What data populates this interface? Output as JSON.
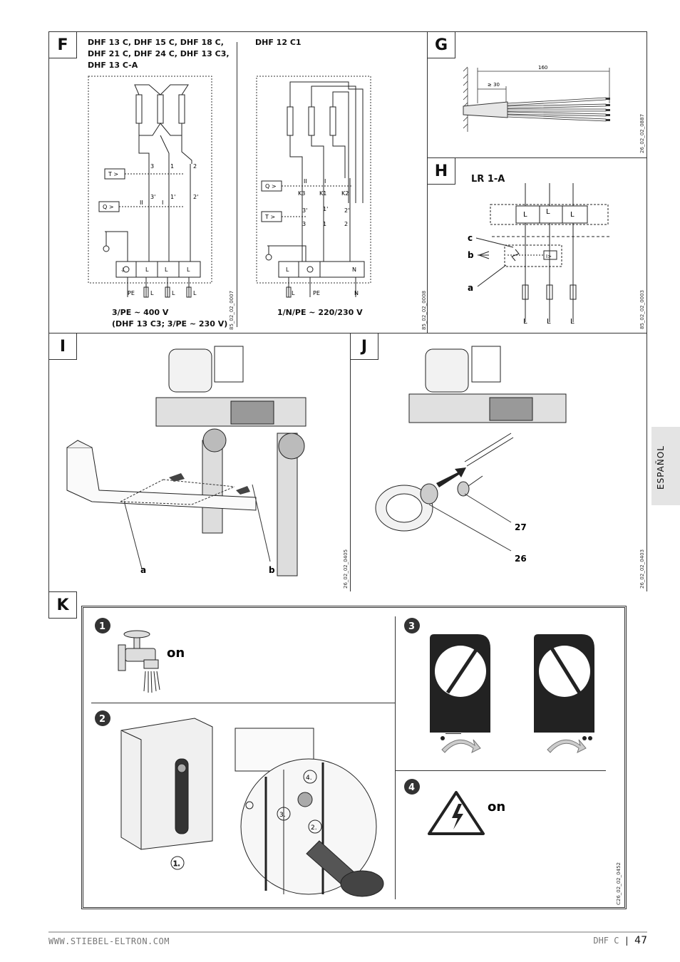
{
  "panels": {
    "F": {
      "label": "F",
      "models_left": [
        "DHF 13 C, DHF 15 C, DHF 18 C,",
        "DHF 21 C, DHF 24 C, DHF 13 C3,",
        "DHF 13 C-A"
      ],
      "models_right": "DHF 12 C1",
      "supply_left": [
        "3/PE ~ 400 V",
        "(DHF 13 C3; 3/PE ~ 230 V)"
      ],
      "supply_right": "1/N/PE ~ 220/230 V",
      "code_left": "85_02_02_0007",
      "code_right": "85_02_02_0008",
      "terminals_left": [
        "PE",
        "L",
        "L",
        "L"
      ],
      "terminals_right": [
        "L",
        "PE",
        "N"
      ],
      "contacts_left_top": [
        "3",
        "1",
        "2"
      ],
      "contacts_left_mid": [
        "3'",
        "1'",
        "2'"
      ],
      "contacts_right_k": [
        "K3",
        "K1",
        "K2"
      ],
      "contacts_right_mid": [
        "3'",
        "1'",
        "2'"
      ],
      "contacts_right_bottom": [
        "3",
        "1",
        "2"
      ],
      "switch_t": "T >",
      "switch_q": "Q >",
      "roman": [
        "II",
        "I"
      ]
    },
    "G": {
      "label": "G",
      "dim_long": "160",
      "dim_short": "≥ 30",
      "code": "26_02_02_0887"
    },
    "H": {
      "label": "H",
      "title": "LR 1-A",
      "top_labels": [
        "L",
        "L",
        "L"
      ],
      "bottom_labels": [
        "L",
        "L",
        "L"
      ],
      "relay": "I>",
      "callouts": [
        "c",
        "b",
        "a"
      ],
      "code": "85_02_02_0003"
    },
    "I": {
      "label": "I",
      "callouts": [
        "a",
        "b"
      ],
      "code": "26_02_02_0405"
    },
    "J": {
      "label": "J",
      "callouts": [
        "27",
        "26"
      ],
      "code": "26_02_02_0403"
    },
    "K": {
      "label": "K",
      "steps": [
        "1",
        "2",
        "3",
        "4"
      ],
      "on_text": "on",
      "substeps": [
        "1.",
        "2.",
        "3.",
        "4."
      ],
      "code": "C26_02_02_0452"
    }
  },
  "sidebar": {
    "language": "ESPAÑOL"
  },
  "footer": {
    "website": "WWW.STIEBEL-ELTRON.COM",
    "product": "DHF C",
    "separator": "|",
    "page_number": "47"
  }
}
